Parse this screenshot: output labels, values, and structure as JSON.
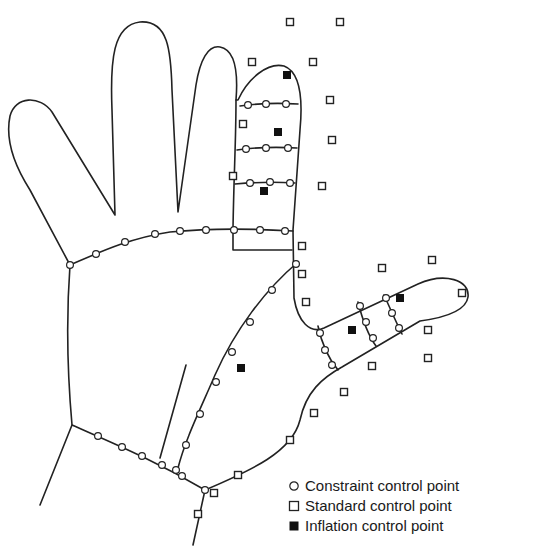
{
  "diagram": {
    "legend": [
      {
        "text": "Constraint control point"
      },
      {
        "text": "Standard control point"
      },
      {
        "text": "Inflation control point"
      }
    ]
  }
}
